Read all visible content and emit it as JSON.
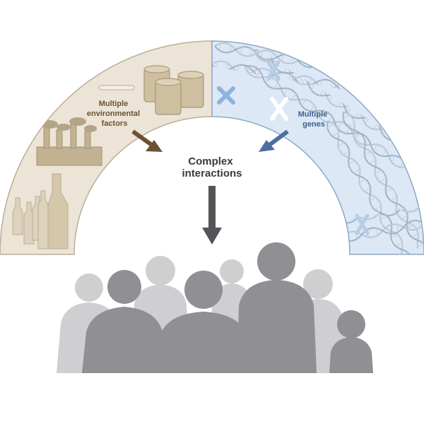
{
  "environment": {
    "label_lines": [
      "Multiple",
      "environmental",
      "factors"
    ],
    "color": "#6b5233",
    "fill": "#ece4d6"
  },
  "genes": {
    "label_lines": [
      "Multiple",
      "genes"
    ],
    "color": "#3f5f8c",
    "fill": "#dce8f5"
  },
  "center": {
    "label_lines": [
      "Complex",
      "interactions"
    ],
    "color": "#3a3a3a"
  },
  "people": {
    "front_color": "#8f8f94",
    "back_color": "#cfcfd2"
  }
}
